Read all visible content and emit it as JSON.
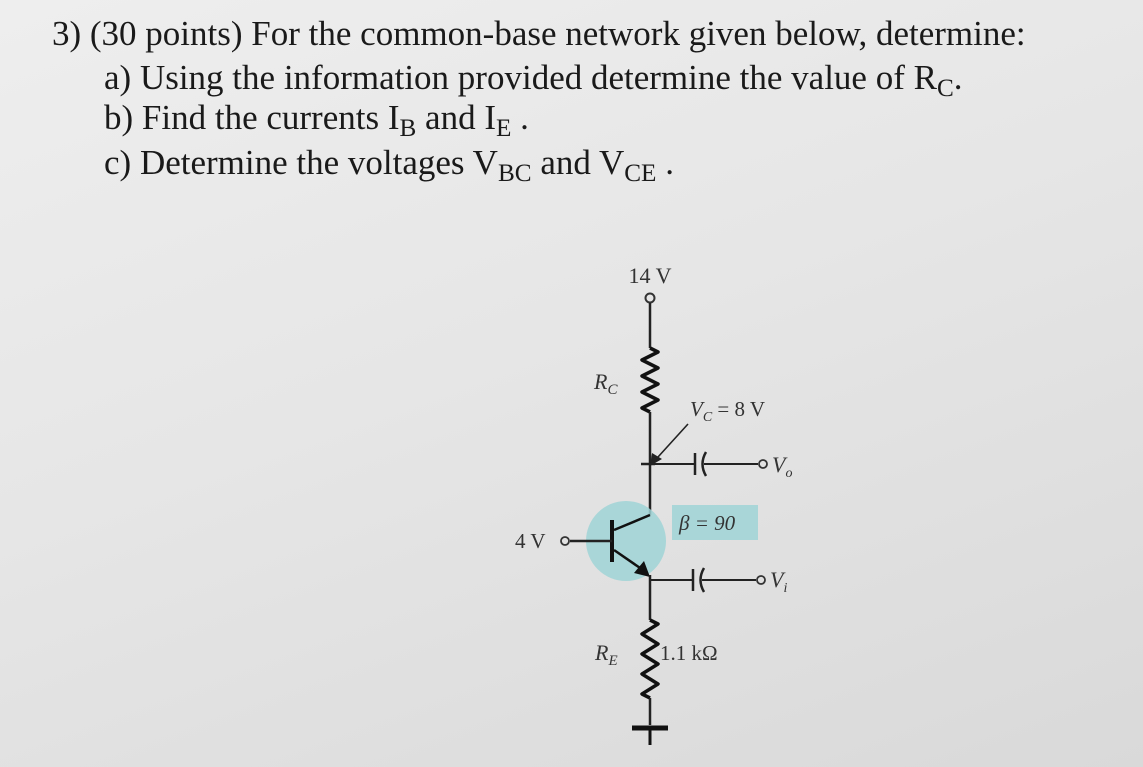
{
  "question": {
    "number": "3)",
    "points": "(30 points)",
    "prompt": "For the common-base network given below, determine:"
  },
  "parts": {
    "a": {
      "lead": "a) Using the information provided determine the value of R",
      "sub": "C",
      "trail": "."
    },
    "b": {
      "lead": "b) Find the currents I",
      "sub1": "B",
      "mid": " and I",
      "sub2": "E",
      "trail": " ."
    },
    "c": {
      "lead": "c) Determine the voltages V",
      "sub1": "BC",
      "mid": " and V",
      "sub2": "CE",
      "trail": " ."
    }
  },
  "circuit": {
    "supply": "14 V",
    "rc": {
      "R": "R",
      "sub": "C"
    },
    "vc": {
      "V": "V",
      "sub": "C",
      "rest": " = 8 V"
    },
    "vo": {
      "V": "V",
      "sub": "o"
    },
    "beta": "β = 90",
    "base_voltage": "4 V",
    "vi": {
      "V": "V",
      "sub": "i"
    },
    "re": {
      "R": "R",
      "sub": "E"
    },
    "re_value": "1.1 kΩ"
  },
  "colors": {
    "highlight": "#9fd3d6",
    "ink": "#1a1a1a"
  }
}
